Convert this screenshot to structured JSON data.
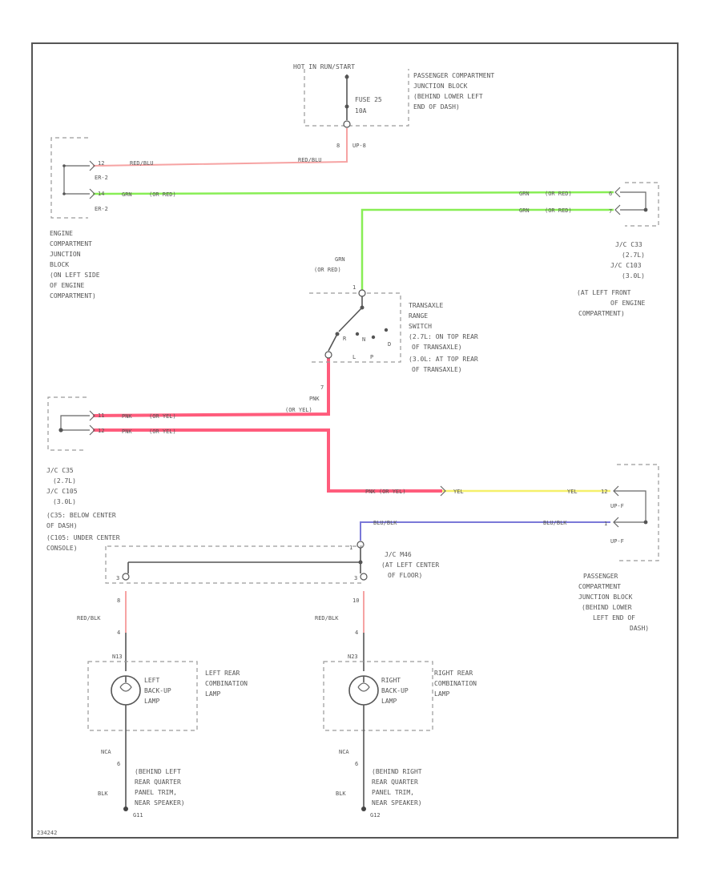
{
  "colors": {
    "red_wire": "#f6a3a3",
    "pink_wire": "#ff5c7c",
    "green_wire": "#88ee55",
    "yellow_wire": "#f5f06a",
    "blue_wire": "#7a78d8",
    "frame": "#555555"
  },
  "top": {
    "fuse_header": "HOT IN RUN/START",
    "fuse_name": "FUSE 25",
    "fuse_rating": "10A",
    "pcjb_label": [
      "PASSENGER COMPARTMENT",
      "JUNCTION BLOCK",
      "(BEHIND LOWER LEFT",
      "END OF DASH)"
    ],
    "pin_8": "8",
    "conn_up8": "UP-8"
  },
  "engine_jb": {
    "pin_12": "12",
    "pin_14": "14",
    "conn_er2a": "ER-2",
    "conn_er2b": "ER-2",
    "label": [
      "ENGINE",
      "COMPARTMENT",
      "JUNCTION",
      "BLOCK",
      "(ON LEFT SIDE",
      "OF ENGINE",
      "COMPARTMENT)"
    ]
  },
  "wires": {
    "red_blu_left": "RED/BLU",
    "red_blu_right": "RED/BLU",
    "grn_left": "GRN",
    "or_red_left": "(OR RED)",
    "grn_right": "GRN",
    "or_red_right": "(OR RED)",
    "grn_right2": "GRN",
    "or_red_right2": "(OR RED)",
    "grn_vert": "GRN",
    "or_red_vert": "(OR RED)",
    "pnk_vert": "PNK",
    "or_yel_vert": "(OR YEL)",
    "pnk1": "PNK",
    "or_yel1": "(OR YEL)",
    "pnk2": "PNK",
    "or_yel2": "(OR YEL)",
    "pnk_or_yel_long": "PNK (OR YEL)",
    "yel_left": "YEL",
    "yel_right": "YEL",
    "blu_blk_left": "BLU/BLK",
    "blu_blk_right": "BLU/BLK",
    "red_blk_left": "RED/BLK",
    "red_blk_right": "RED/BLK",
    "nca_left": "NCA",
    "nca_right": "NCA",
    "blk_left": "BLK",
    "blk_right": "BLK"
  },
  "jc_right": {
    "pin_6": "6",
    "pin_7": "7",
    "label": [
      "J/C C33",
      "(2.7L)",
      "J/C C103",
      "(3.0L)",
      "(AT LEFT FRONT",
      "OF ENGINE",
      "COMPARTMENT)"
    ]
  },
  "transaxle": {
    "pin_top": "1",
    "pin_bottom": "7",
    "gears": [
      "R",
      "N",
      "D",
      "L",
      "P"
    ],
    "label": [
      "TRANSAXLE",
      "RANGE",
      "SWITCH",
      "(2.7L: ON TOP REAR",
      "OF TRANSAXLE)",
      "(3.0L: AT TOP REAR",
      "OF TRANSAXLE)"
    ]
  },
  "jc_left": {
    "pin_11": "11",
    "pin_12": "12",
    "label": [
      "J/C C35",
      "(2.7L)",
      "J/C C105",
      "(3.0L)",
      "(C35: BELOW CENTER",
      "OF DASH)",
      "(C105: UNDER CENTER",
      "CONSOLE)"
    ]
  },
  "pcjb_right": {
    "conn_a": "UP-F",
    "conn_b": "UP-F",
    "pin_a": "12",
    "pin_b": "1",
    "label": [
      "PASSENGER",
      "COMPARTMENT",
      "JUNCTION BLOCK",
      "(BEHIND LOWER",
      "LEFT END OF",
      "DASH)"
    ]
  },
  "jc_m46": {
    "pin_top": "1",
    "pin_left": "3",
    "pin_right": "3",
    "label": [
      "J/C M46",
      "(AT LEFT CENTER",
      "OF FLOOR)"
    ]
  },
  "left_lamp": {
    "pin_upper": "8",
    "pin_lower": "4",
    "conn": "N13",
    "bulb_label": [
      "LEFT",
      "BACK-UP",
      "LAMP"
    ],
    "assembly_label": [
      "LEFT REAR",
      "COMBINATION",
      "LAMP"
    ],
    "pin_ground": "6",
    "ground_label": [
      "(BEHIND LEFT",
      "REAR QUARTER",
      "PANEL TRIM,",
      "NEAR SPEAKER)"
    ],
    "ground_id": "G11"
  },
  "right_lamp": {
    "pin_upper": "10",
    "pin_lower": "4",
    "conn": "N23",
    "bulb_label": [
      "RIGHT",
      "BACK-UP",
      "LAMP"
    ],
    "assembly_label": [
      "RIGHT REAR",
      "COMBINATION",
      "LAMP"
    ],
    "pin_ground": "6",
    "ground_label": [
      "(BEHIND RIGHT",
      "REAR QUARTER",
      "PANEL TRIM,",
      "NEAR SPEAKER)"
    ],
    "ground_id": "G12"
  },
  "footer": {
    "code": "234242"
  }
}
